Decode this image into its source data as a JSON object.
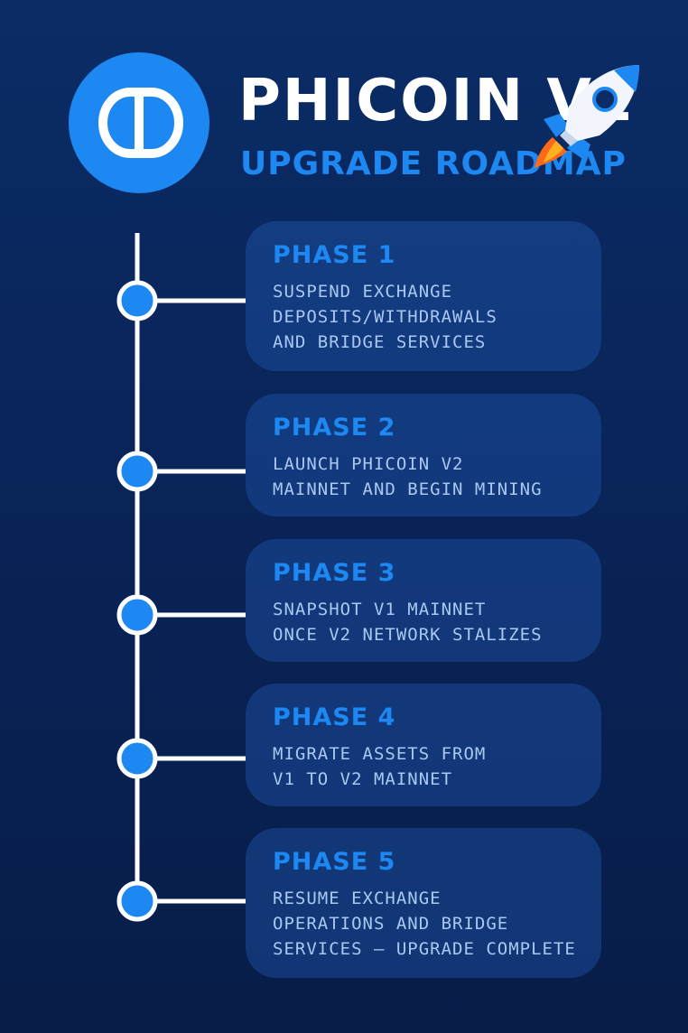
{
  "header": {
    "title": "PHICOIN V2",
    "subtitle": "UPGRADE ROADMAP",
    "logo_icon": "phicoin-logo-icon",
    "rocket_icon": "rocket-icon"
  },
  "colors": {
    "background": "#0b2c66",
    "accent": "#1e88f2",
    "card": "#1e54aa",
    "text": "#a9c8f2",
    "line": "#ffffff"
  },
  "phases": [
    {
      "title": "PHASE 1",
      "description": "SUSPEND EXCHANGE\nDEPOSITS/WITHDRAWALS\nAND BRIDGE SERVICES"
    },
    {
      "title": "PHASE 2",
      "description": "LAUNCH PHICOIN V2\nMAINNET AND BEGIN MINING"
    },
    {
      "title": "PHASE 3",
      "description": "SNAPSHOT V1 MAINNET\nONCE V2 NETWORK STALIZES"
    },
    {
      "title": "PHASE 4",
      "description": "MIGRATE ASSETS FROM\nV1 TO V2 MAINNET"
    },
    {
      "title": "PHASE 5",
      "description": "RESUME EXCHANGE\nOPERATIONS AND BRIDGE\nSERVICES – UPGRADE COMPLETE"
    }
  ]
}
